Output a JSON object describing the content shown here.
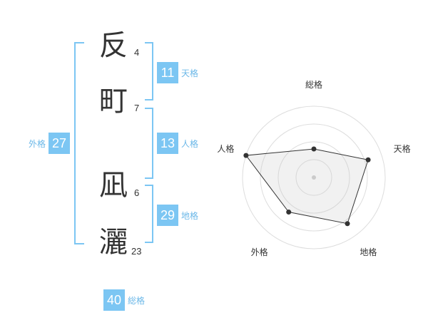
{
  "name": {
    "chars": [
      {
        "char": "反",
        "strokes": "4"
      },
      {
        "char": "町",
        "strokes": "7"
      },
      {
        "char": "凪",
        "strokes": "6"
      },
      {
        "char": "灑",
        "strokes": "23"
      }
    ]
  },
  "fortune": {
    "tenkaku": {
      "value": "11",
      "label": "天格"
    },
    "jinkaku": {
      "value": "13",
      "label": "人格"
    },
    "chikaku": {
      "value": "29",
      "label": "地格"
    },
    "gaikaku": {
      "value": "27",
      "label": "外格"
    },
    "soukaku": {
      "value": "40",
      "label": "総格"
    }
  },
  "colors": {
    "accent": "#7cc6f3",
    "accent_text": "#6cb8e8",
    "text": "#333333"
  },
  "chart_data": {
    "type": "radar",
    "axes": [
      "総格",
      "天格",
      "地格",
      "外格",
      "人格"
    ],
    "levels": 4,
    "max": 5,
    "values": [
      2,
      4,
      4,
      3,
      5
    ],
    "grid": true
  }
}
